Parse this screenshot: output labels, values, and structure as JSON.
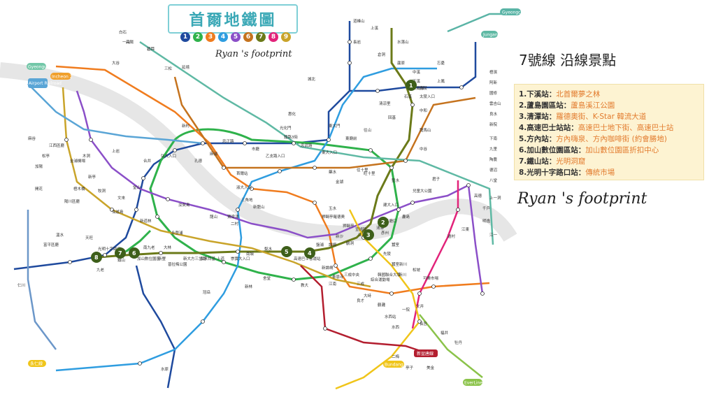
{
  "map_title": "首爾地鐵圖",
  "line_numbers": [
    "1",
    "2",
    "3",
    "4",
    "5",
    "6",
    "7",
    "8",
    "9"
  ],
  "footprint_small": "Ryan 's footprint",
  "footprint_big": "Ryan 's footprint",
  "panel_title": "7號線 沿線景點",
  "poi": [
    {
      "name": "1.下溪站：",
      "desc": "北首爾夢之林"
    },
    {
      "name": "2.蘆島園區站：",
      "desc": "蘆島溪江公園"
    },
    {
      "name": "3.清潭站：",
      "desc": "羅德奧街、K-Star 韓流大道"
    },
    {
      "name": "4.高速巴士站站：",
      "desc": "高速巴士地下街、高速巴士站"
    },
    {
      "name": "5.方內站：",
      "desc": "方內嗨泉、方內咖啡街 (約會勝地)"
    },
    {
      "name": "6.加山數位園區站：",
      "desc": "加山數位園區折扣中心"
    },
    {
      "name": "7.鐵山站：",
      "desc": "光明洞窟"
    },
    {
      "name": "8.光明十字路口站：",
      "desc": "傳統市場"
    }
  ],
  "colors": {
    "line1": "#1f4a9e",
    "line2": "#2fb24b",
    "line3": "#f07c1e",
    "line4": "#2f9de0",
    "line5": "#8b4fc8",
    "line6": "#c5731e",
    "line7": "#6b7a19",
    "line8": "#e2237a",
    "line9": "#c9a42a",
    "airport": "#5aa5d6",
    "jungang": "#5fb9a4",
    "gyeongui": "#73c7a8",
    "bundang": "#f0c51a",
    "shinbundang": "#b31e2f",
    "incheon": "#6c97c9",
    "poi_box": "#fdf3d2",
    "poi_desc": "#e27a2c",
    "title": "#3aa8b6"
  },
  "map_tags": [
    {
      "label": "Gyeongchun",
      "icon": "tag"
    },
    {
      "label": "Jungang",
      "icon": "tag"
    },
    {
      "label": "Gyeongui",
      "icon": "tag"
    },
    {
      "label": "Incheon 2",
      "icon": "tag"
    },
    {
      "label": "Airport Railroad",
      "icon": "tag"
    },
    {
      "label": "Bundang",
      "icon": "tag"
    },
    {
      "label": "EverLine",
      "icon": "tag"
    },
    {
      "label": "新盆唐線",
      "icon": "tag"
    },
    {
      "label": "永仁線",
      "icon": "tag"
    }
  ],
  "poi_pins": [
    "1",
    "2",
    "3",
    "4",
    "5",
    "6",
    "7",
    "8"
  ],
  "stations": [
    "道峰山",
    "長岩",
    "水落山",
    "蘆原",
    "中溪",
    "下溪",
    "孔陵",
    "太陵入口",
    "石溪",
    "上鳳",
    "忘憂",
    "龍馬山",
    "中谷",
    "君子",
    "兒童大公園",
    "建大入口",
    "纛島",
    "清潭",
    "江南區廳",
    "鶴洞",
    "論峴",
    "盤浦",
    "高速巴士客運站",
    "內方",
    "梨水",
    "南城",
    "崇實大入口",
    "上道",
    "長承拜基",
    "新大方三岔路",
    "普拉梅公園",
    "新豐",
    "大林",
    "南九老",
    "加山數位園區",
    "鐵山",
    "光明十字路口",
    "天旺",
    "溫水",
    "富平區廳",
    "首爾站",
    "市廳",
    "鐘路3街",
    "東大門",
    "往十里",
    "蠶室",
    "江南",
    "教大",
    "舍堂",
    "新道林",
    "永登浦",
    "汝矣島",
    "弘大入口",
    "合井",
    "新村",
    "金浦機場",
    "仁川",
    "水原",
    "水西",
    "良才",
    "光化門",
    "乙支路入口",
    "聖水",
    "上溪",
    "倉洞",
    "鷺梁津",
    "九老",
    "冠岳",
    "延禧",
    "孔德",
    "麻浦",
    "忠正路",
    "惠化",
    "東廟前",
    "清涼里",
    "回基",
    "往山",
    "城北",
    "新林",
    "二村",
    "三角地",
    "淑大入口",
    "新龍山",
    "龍山",
    "上岩",
    "仙遊島",
    "堂山",
    "文來",
    "牧洞",
    "新亭",
    "梧木橋",
    "陽川區廳",
    "木洞",
    "江西區廳",
    "松亭",
    "加陽",
    "麻谷",
    "開花",
    "新論峴",
    "新沙",
    "狎鷗亭",
    "宣靖陵",
    "三成",
    "三成中央",
    "奉恩寺",
    "綜合運動場",
    "新川",
    "蠶室新川",
    "松坡",
    "可樂市場",
    "文井",
    "長旨",
    "福井",
    "牡丹",
    "二梅",
    "亭子",
    "美金",
    "高陽",
    "大谷",
    "一山",
    "白石",
    "碧蹄",
    "三松",
    "旺十里",
    "中和",
    "上鳳驛",
    "忠武路",
    "東大入口",
    "藥水",
    "金湖",
    "玉水",
    "狎鷗亭羅德奧",
    "江南區廳口",
    "彥州",
    "先陵",
    "韓國聯合大學",
    "大峙",
    "鶴灘",
    "一院",
    "水西站",
    "遁村",
    "江東",
    "千戶",
    "明逸",
    "高德",
    "上一洞",
    "江一",
    "下南",
    "九里",
    "陶農",
    "德沼",
    "八堂",
    "雲吉山",
    "良水",
    "新院",
    "國修",
    "阿新",
    "梧濱",
    "楊平"
  ]
}
